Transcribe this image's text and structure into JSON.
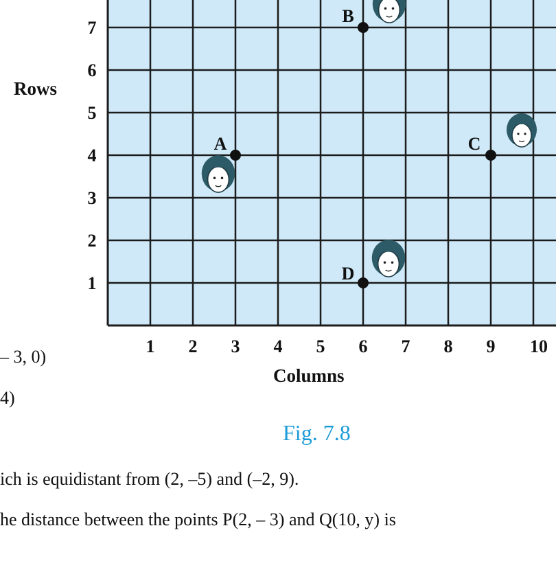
{
  "diagram": {
    "y_axis_label": "Rows",
    "x_axis_label": "Columns",
    "x_ticks": [
      "1",
      "2",
      "3",
      "4",
      "5",
      "6",
      "7",
      "8",
      "9",
      "10"
    ],
    "y_ticks": [
      "1",
      "2",
      "3",
      "4",
      "5",
      "6",
      "7"
    ],
    "grid_color": "#1c1c1c",
    "grid_fill": "#cfe9f8",
    "points": [
      {
        "label": "A",
        "x": 3,
        "y": 4,
        "icon": "girl-face-icon"
      },
      {
        "label": "B",
        "x": 6,
        "y": 7,
        "icon": "girl-face-icon"
      },
      {
        "label": "C",
        "x": 9,
        "y": 4,
        "icon": "girl-face-icon"
      },
      {
        "label": "D",
        "x": 6,
        "y": 1,
        "icon": "girl-face-icon"
      }
    ]
  },
  "caption": "Fig. 7.8",
  "caption_color": "#1a9ad6",
  "left_fragments": [
    "– 3, 0)",
    "4)"
  ],
  "text_lines": [
    "ich is equidistant from (2, –5) and (–2, 9).",
    "he distance between the points P(2, – 3) and Q(10, y) is"
  ]
}
